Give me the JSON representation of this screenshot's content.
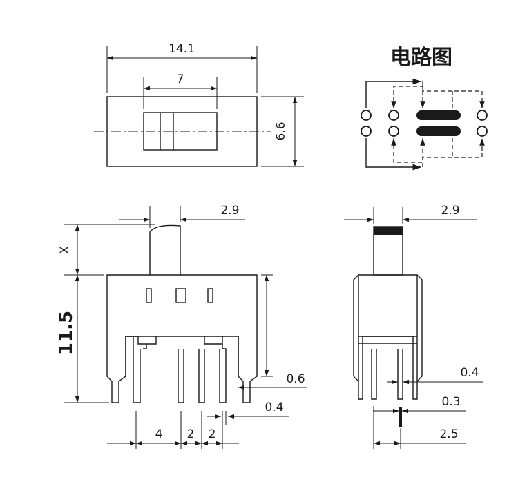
{
  "title": "电路图",
  "dims": {
    "top_width": "14.1",
    "top_slot": "7",
    "top_height": "6.6",
    "front_knob": "2.9",
    "front_x": "X",
    "front_height": "11.5",
    "front_pin_right_a": "0.6",
    "front_pin_right_b": "0.4",
    "front_pitch_a": "4",
    "front_pitch_b": "2",
    "front_pitch_c": "2",
    "side_knob": "2.9",
    "side_pin": "0.4",
    "side_thick": "0.3",
    "side_span": "2.5"
  }
}
